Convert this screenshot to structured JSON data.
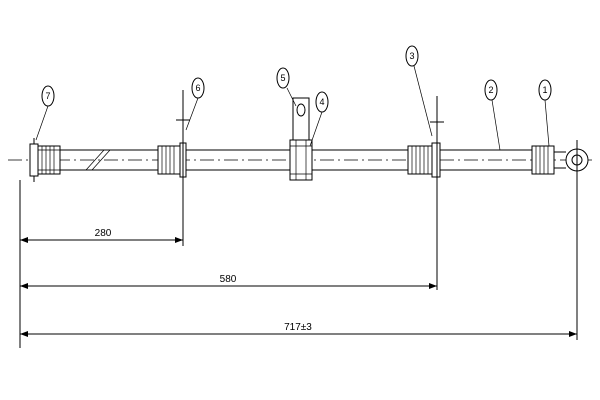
{
  "callouts": [
    {
      "id": "callout-7",
      "label": "7"
    },
    {
      "id": "callout-6",
      "label": "6"
    },
    {
      "id": "callout-5",
      "label": "5"
    },
    {
      "id": "callout-4",
      "label": "4"
    },
    {
      "id": "callout-3",
      "label": "3"
    },
    {
      "id": "callout-2",
      "label": "2"
    },
    {
      "id": "callout-1",
      "label": "1"
    }
  ],
  "dimensions": {
    "d280": "280",
    "d580": "580",
    "d717": "717±3"
  },
  "colors": {
    "line": "#000000",
    "background": "#ffffff"
  }
}
